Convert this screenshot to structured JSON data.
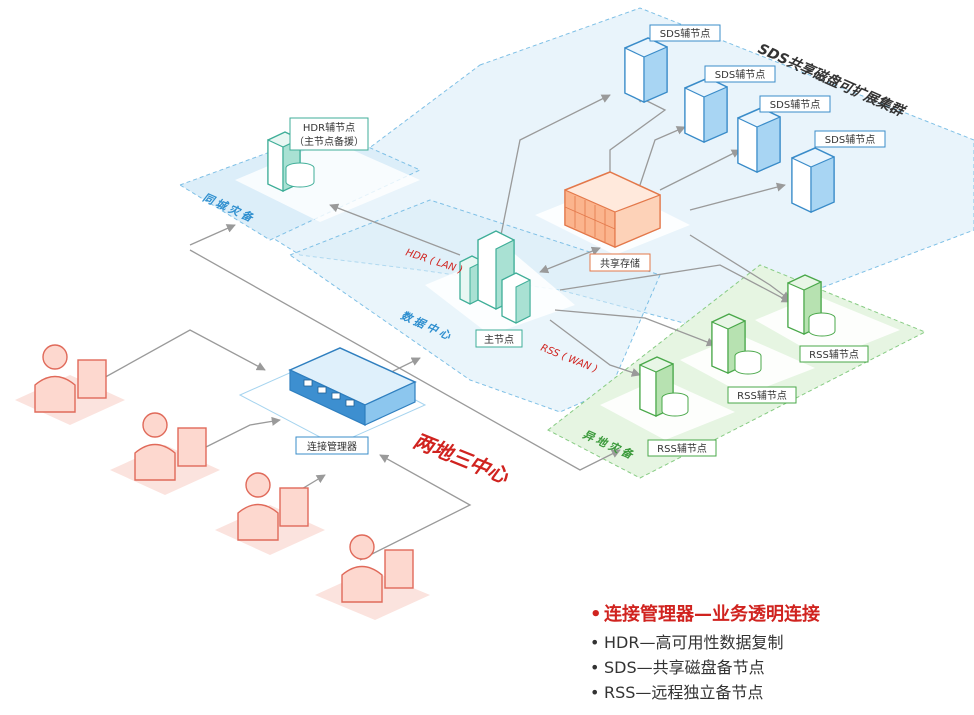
{
  "zones": {
    "sds_cluster": "SDS共享磁盘可扩展集群",
    "same_city": "同城灾备",
    "data_center": "数据中心",
    "remote": "异地灾备"
  },
  "nodes": {
    "sds1": "SDS辅节点",
    "sds2": "SDS辅节点",
    "sds3": "SDS辅节点",
    "sds4": "SDS辅节点",
    "hdr_line1": "HDR辅节点",
    "hdr_line2": "（主节点备援）",
    "shared_storage": "共享存储",
    "primary": "主节点",
    "rss1": "RSS辅节点",
    "rss2": "RSS辅节点",
    "rss3": "RSS辅节点",
    "connection_manager": "连接管理器"
  },
  "links": {
    "hdr_lan": "HDR ( LAN )",
    "rss_wan": "RSS ( WAN )"
  },
  "headline": "两地三中心",
  "legend": [
    "连接管理器—业务透明连接",
    "HDR—高可用性数据复制",
    "SDS—共享磁盘备节点",
    "RSS—远程独立备节点"
  ],
  "colors": {
    "blue_stroke": "#5aaee0",
    "blue_fill": "#e6f3fb",
    "green_stroke": "#7bc67a",
    "green_fill": "#e9f6e4",
    "teal_stroke": "#4bb8a4",
    "orange_stroke": "#e3784a",
    "red_stroke": "#e06a5a",
    "red_fill": "#fbe3de",
    "headline": "#d0231f"
  }
}
